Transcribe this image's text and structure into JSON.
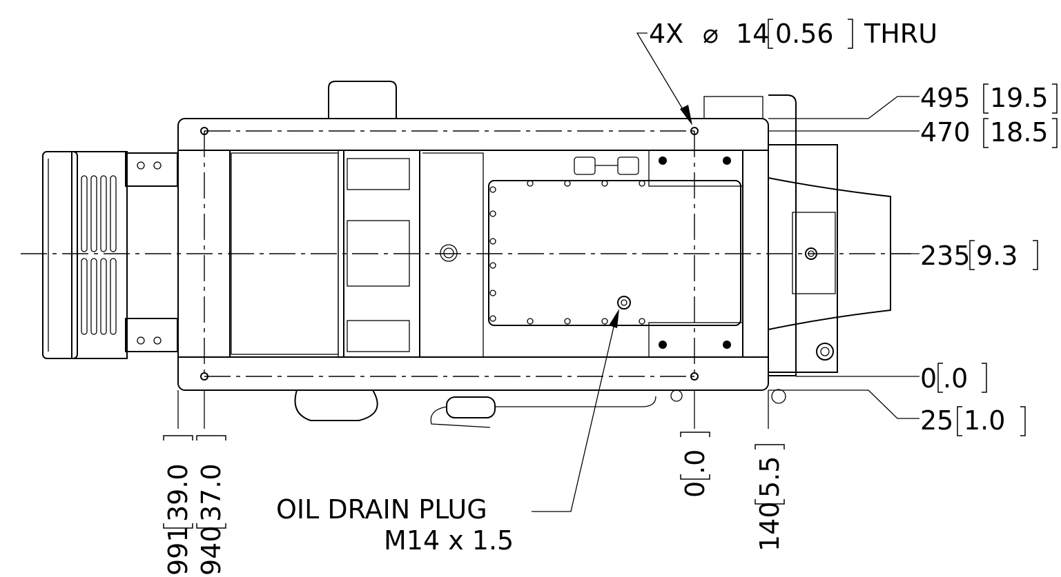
{
  "hole_callout": {
    "count": "4X",
    "diameter_symbol": "⌀",
    "metric": "14",
    "imperial": "0.56",
    "suffix": "THRU"
  },
  "right_dimensions": [
    {
      "metric": "495",
      "imperial": "19.5"
    },
    {
      "metric": "470",
      "imperial": "18.5"
    },
    {
      "metric": "235",
      "imperial": "9.3"
    },
    {
      "metric": "0",
      "imperial": ".0"
    },
    {
      "metric": "25",
      "imperial": "1.0"
    }
  ],
  "bottom_dimensions": [
    {
      "metric": "991",
      "imperial": "39.0"
    },
    {
      "metric": "940",
      "imperial": "37.0"
    },
    {
      "metric": "0",
      "imperial": ".0"
    },
    {
      "metric": "140",
      "imperial": "5.5"
    }
  ],
  "oil_drain": {
    "line1": "OIL DRAIN PLUG",
    "line2": "M14 x 1.5"
  }
}
